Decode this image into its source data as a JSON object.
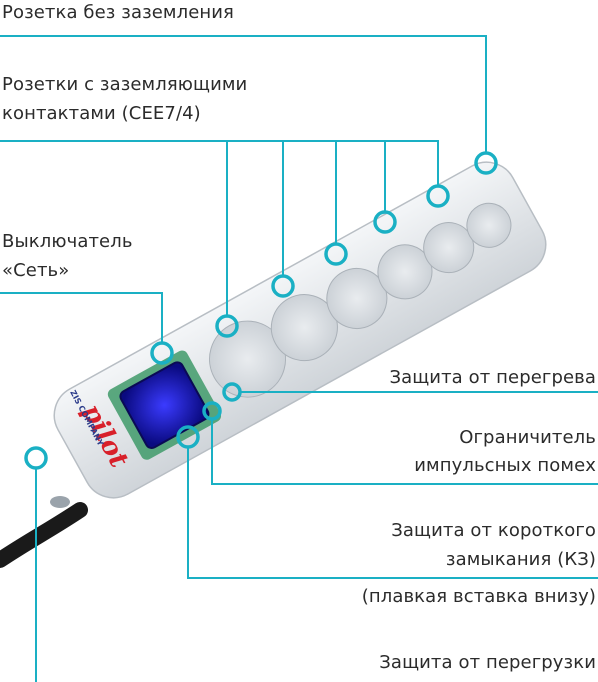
{
  "labels": {
    "ungrounded": "Розетка без заземления",
    "grounded_l1": "Розетки с заземляющими",
    "grounded_l2": "контактами (CEE7/4)",
    "switch_l1": "Выключатель",
    "switch_l2": "«Сеть»",
    "overheat": "Защита от перегрева",
    "surge_l1": "Ограничитель",
    "surge_l2": "импульсных помех",
    "short_l1": "Защита от короткого",
    "short_l2": "замыкания (КЗ)",
    "fuse": "(плавкая вставка внизу)",
    "overload": "Защита от перегрузки"
  },
  "brand": {
    "logo": "pilot",
    "company": "ZIS COMPANY"
  },
  "colors": {
    "accent": "#1ab0c4",
    "body": "#e6e9ec",
    "switch": "#1a1aff",
    "cable": "#1a1a1a",
    "logo_red": "#d8202a"
  }
}
